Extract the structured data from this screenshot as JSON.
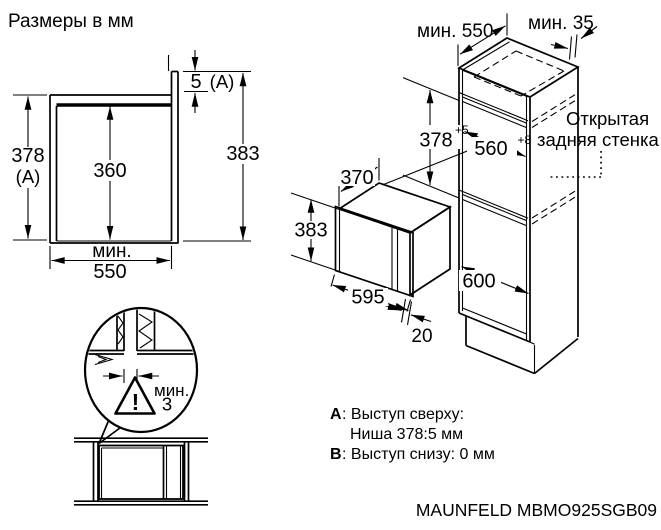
{
  "title": "Размеры в мм",
  "colors": {
    "line": "#000000",
    "background": "#ffffff"
  },
  "section_view": {
    "height_outer": "378",
    "height_outer_note": "(A)",
    "height_inner": "360",
    "top_gap": "5",
    "top_gap_note": "(A)",
    "height_right": "383",
    "width_min_label": "мин.",
    "width_min_value": "550"
  },
  "oven_view": {
    "depth": "370",
    "height": "383",
    "width": "595",
    "front_protrusion": "20"
  },
  "cabinet_view": {
    "top_depth_min": "мин. 550",
    "rear_gap_min": "мин. 35",
    "niche_height": "378",
    "niche_height_tolerance": "+5",
    "niche_width": "560",
    "niche_width_tolerance": "+8",
    "bottom_width": "600",
    "open_back_line1": "Открытая",
    "open_back_line2": "задняя стенка"
  },
  "detail_view": {
    "gap_min_label": "мин.",
    "gap_min_value": "3",
    "warning_mark": "!"
  },
  "notes": {
    "a_key": "A",
    "a_text": ": Выступ сверху:",
    "a_text_line2": "Ниша 378:5 мм",
    "b_key": "B",
    "b_text": ": Выступ снизу: 0 мм"
  },
  "model": "MAUNFELD MBMO925SGB09"
}
